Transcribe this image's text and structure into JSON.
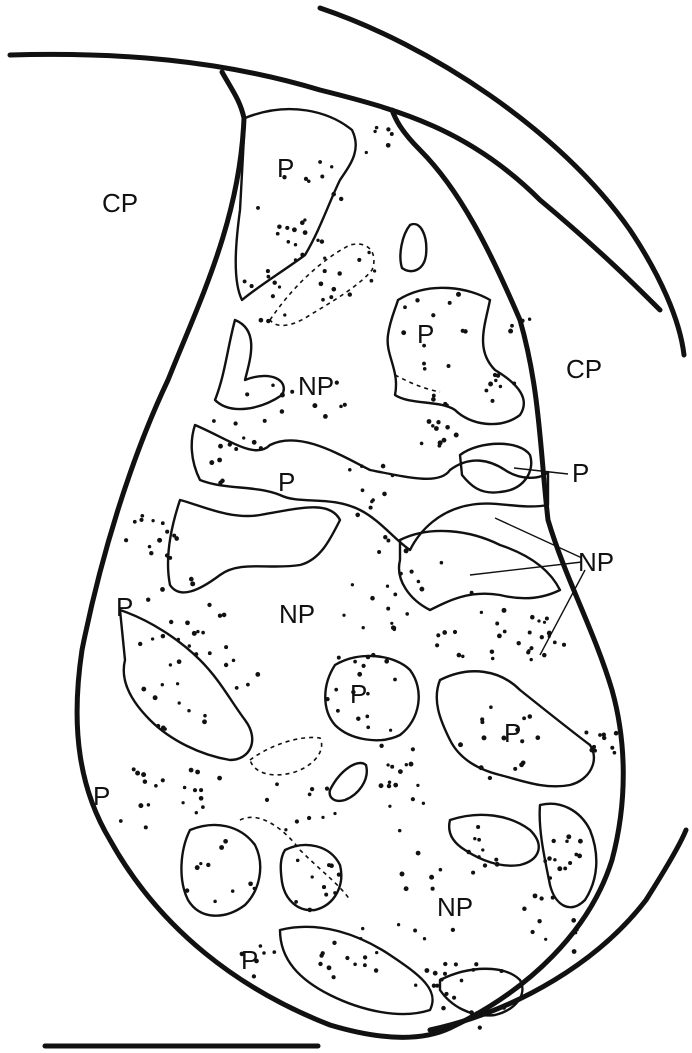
{
  "diagram": {
    "region_labels": {
      "cp_left": "CP",
      "cp_right": "CP",
      "np_upper": "NP",
      "np_center": "NP",
      "np_lower": "NP",
      "np_pointer": "NP",
      "p_top": "P",
      "p_upper_right": "P",
      "p_upper_middle": "P",
      "p_pointer": "P",
      "p_left": "P",
      "p_middle": "P",
      "p_right": "P",
      "p_lower_left": "P",
      "p_bottom": "P"
    },
    "scale_bar": "scale-bar"
  }
}
